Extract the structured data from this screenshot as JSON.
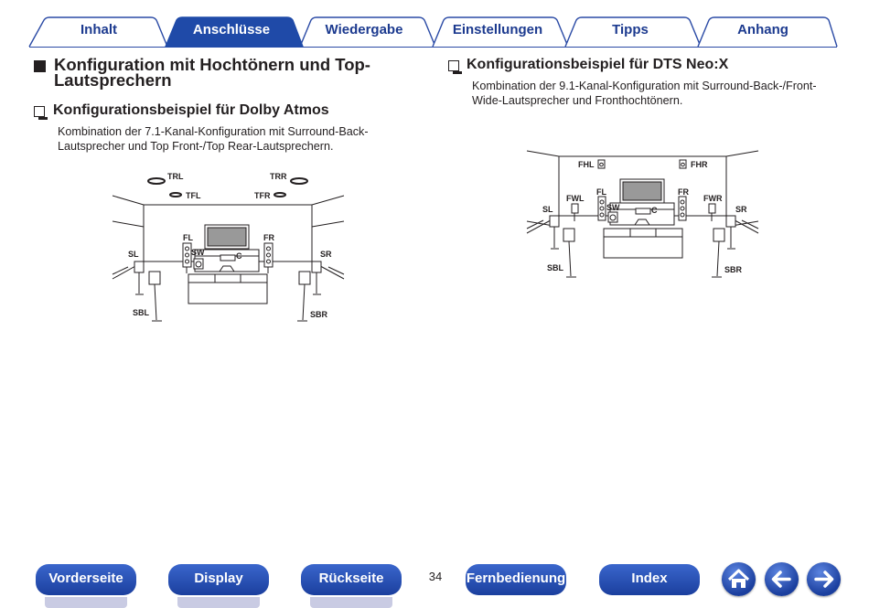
{
  "tabs": [
    {
      "label": "Inhalt"
    },
    {
      "label": "Anschlüsse",
      "active": true
    },
    {
      "label": "Wiedergabe"
    },
    {
      "label": "Einstellungen"
    },
    {
      "label": "Tipps"
    },
    {
      "label": "Anhang"
    }
  ],
  "section": {
    "title_line1": "Konfiguration mit Hochtönern und Top-",
    "title_line2": "Lautsprechern"
  },
  "left": {
    "heading": "Konfigurationsbeispiel für Dolby Atmos",
    "text_line1": "Kombination der 7.1-Kanal-Konfiguration mit Surround-Back-",
    "text_line2": "Lautsprecher und Top Front-/Top Rear-Lautsprechern.",
    "labels": {
      "trl": "TRL",
      "trr": "TRR",
      "tfl": "TFL",
      "tfr": "TFR",
      "fl": "FL",
      "fr": "FR",
      "sl": "SL",
      "sr": "SR",
      "sw": "SW",
      "c": "C",
      "sbl": "SBL",
      "sbr": "SBR"
    }
  },
  "right": {
    "heading": "Konfigurationsbeispiel für DTS Neo:X",
    "text_line1": "Kombination der 9.1-Kanal-Konfiguration mit Surround-Back-/Front-",
    "text_line2": "Wide-Lautsprecher und Fronthochtönern.",
    "labels": {
      "fhl": "FHL",
      "fhr": "FHR",
      "fl": "FL",
      "fr": "FR",
      "fwl": "FWL",
      "fwr": "FWR",
      "sl": "SL",
      "sr": "SR",
      "sw": "SW",
      "c": "C",
      "sbl": "SBL",
      "sbr": "SBR"
    }
  },
  "nav": {
    "front": "Vorderseite",
    "display": "Display",
    "back": "Rückseite",
    "page": "34",
    "remote": "Fernbedienung",
    "index": "Index"
  },
  "icons": {
    "home": "home-icon",
    "prev": "arrow-left-icon",
    "next": "arrow-right-icon"
  },
  "colors": {
    "accent": "#1c3a8f",
    "tab_active": "#1f4aa8",
    "tab_border": "#2a4aa5"
  }
}
